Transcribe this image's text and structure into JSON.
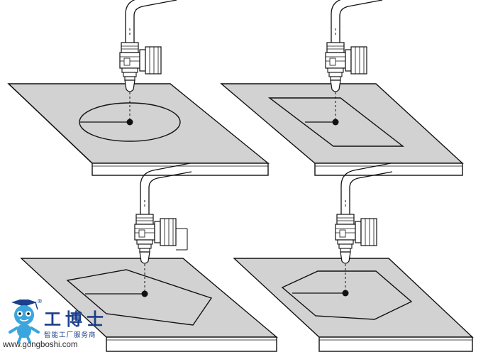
{
  "logo": {
    "brand": "工博士",
    "subtitle": "智能工厂服务商",
    "url": "www.gongboshi.com",
    "registered": "®"
  },
  "colors": {
    "plate_fill": "#d2d2d2",
    "outline": "#111111",
    "logo_blue": "#1b3f8b",
    "mascot_blue": "#3aa6dd"
  },
  "panels": [
    {
      "shape": "ellipse"
    },
    {
      "shape": "parallelogram"
    },
    {
      "shape": "pentagon"
    },
    {
      "shape": "hexagon"
    }
  ]
}
